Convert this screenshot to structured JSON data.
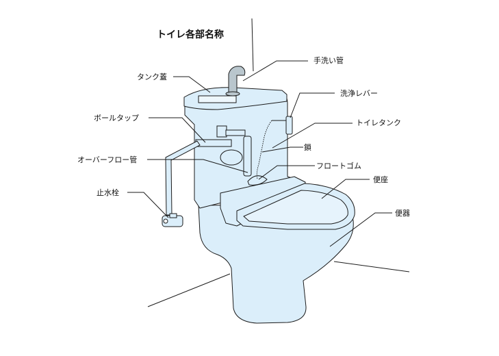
{
  "title": "トイレ各部名称",
  "labels": {
    "tedaraikan": "手洗い管",
    "tank_futa": "タンク蓋",
    "senjo_lever": "洗浄レバー",
    "ball_tap": "ボールタップ",
    "toilet_tank": "トイレタンク",
    "kusari": "鎖",
    "overflow": "オーバーフロー管",
    "float_gomu": "フロートゴム",
    "shisuisen": "止水栓",
    "benza": "便座",
    "benki": "便器"
  },
  "colors": {
    "fill": "#dbeefa",
    "line": "#1a1a1a",
    "faucet": "#b9c6cd"
  }
}
